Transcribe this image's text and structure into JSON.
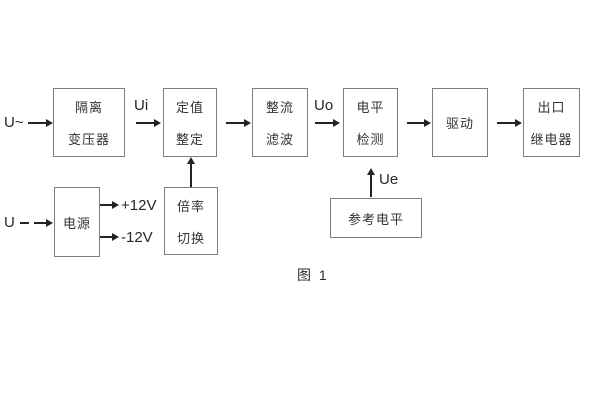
{
  "caption": "图 1",
  "blocks": {
    "isolation_transformer": {
      "lines": [
        "隔离",
        "变压器"
      ]
    },
    "setting_adjust": {
      "lines": [
        "定值",
        "整定"
      ]
    },
    "rectifier_filter": {
      "lines": [
        "整流",
        "滤波"
      ]
    },
    "level_detect": {
      "lines": [
        "电平",
        "检测"
      ]
    },
    "drive": {
      "label": "驱动"
    },
    "output_relay": {
      "lines": [
        "出口",
        "继电器"
      ]
    },
    "power_supply": {
      "label": "电源"
    },
    "ratio_switch": {
      "lines": [
        "倍率",
        "切换"
      ]
    },
    "reference_level": {
      "label": "参考电平"
    }
  },
  "signals": {
    "ac_input": "U~",
    "dc_input": "U",
    "ui": "Ui",
    "uo": "Uo",
    "ue": "Ue",
    "plus12": "+12V",
    "minus12": "-12V"
  },
  "colors": {
    "background": "#ffffff",
    "box_border": "#7d7d7d",
    "text": "#333333",
    "line": "#242424"
  }
}
